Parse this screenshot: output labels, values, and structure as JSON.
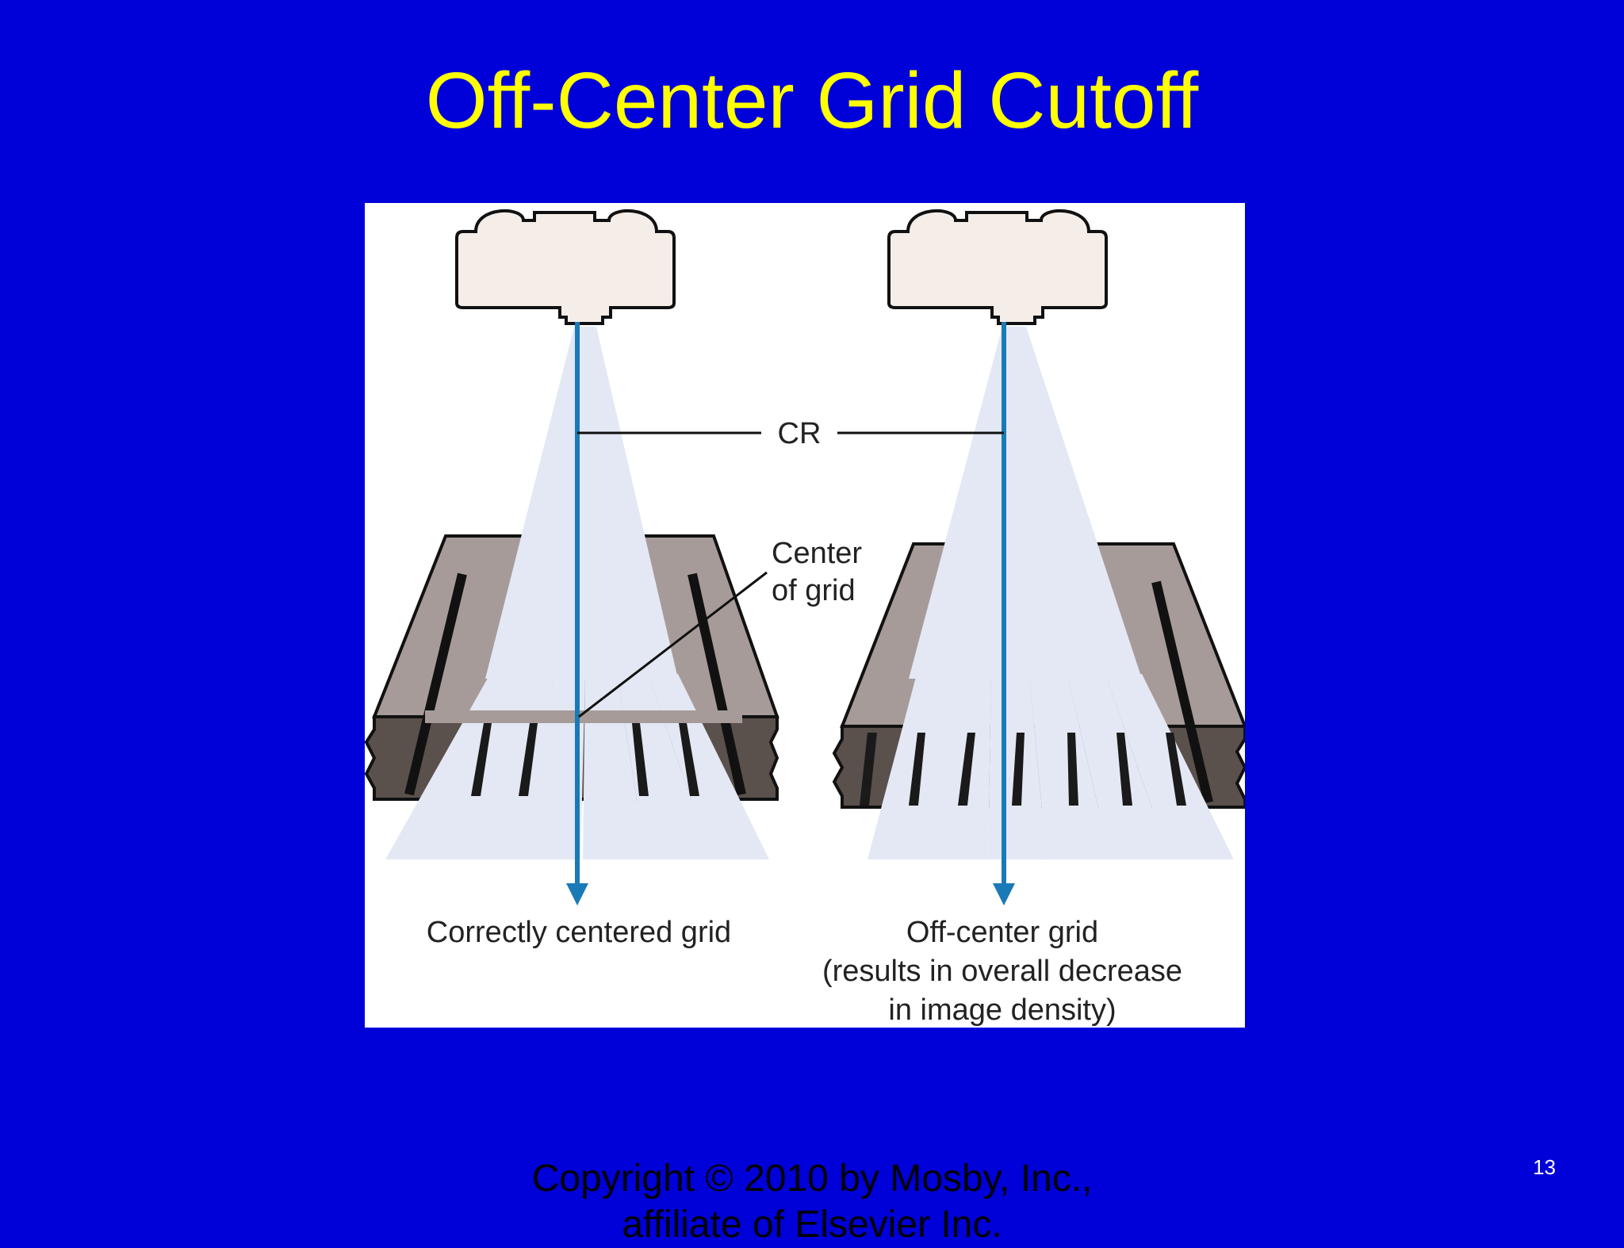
{
  "slide": {
    "title": "Off-Center Grid Cutoff",
    "number": "13",
    "copyright_line1": "Copyright © 2010 by Mosby, Inc.,",
    "copyright_line2": "affiliate of Elsevier Inc."
  },
  "diagram": {
    "cr_label": "CR",
    "center_label_line1": "Center",
    "center_label_line2": "of grid",
    "left_caption": "Correctly centered grid",
    "right_caption_line1": "Off-center grid",
    "right_caption_line2": "(results in overall decrease",
    "right_caption_line3": "in image density)"
  },
  "colors": {
    "background": "#0000d8",
    "title": "#ffff00",
    "central_ray": "#1a7ab8",
    "beam": "#e3e8f4",
    "tube": "#f4ede8"
  }
}
